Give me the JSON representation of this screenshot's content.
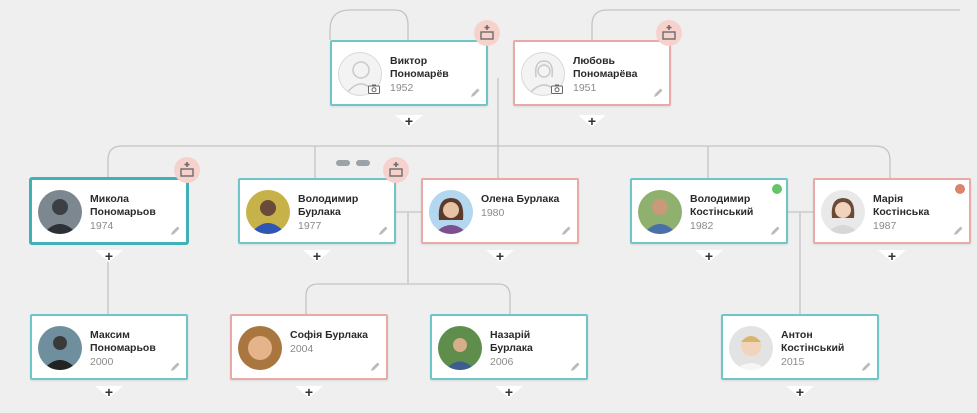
{
  "people": {
    "viktor": {
      "name": "Виктор Пономарёв",
      "year": "1952"
    },
    "lyubov": {
      "name": "Любовь Пономарёва",
      "year": "1951"
    },
    "mykola": {
      "name": "Микола Пономарьов",
      "year": "1974"
    },
    "volodymyr_b": {
      "name": "Володимир Бурлака",
      "year": "1977"
    },
    "olena": {
      "name": "Олена Бурлака",
      "year": "1980"
    },
    "volodymyr_k": {
      "name": "Володимир Костінський",
      "year": "1982"
    },
    "mariya": {
      "name": "Марія Костінська",
      "year": "1987"
    },
    "maksym": {
      "name": "Максим Пономарьов",
      "year": "2000"
    },
    "sofiya": {
      "name": "Софія Бурлака",
      "year": "2004"
    },
    "nazariy": {
      "name": "Назарій Бурлака",
      "year": "2006"
    },
    "anton": {
      "name": "Антон Костінський",
      "year": "2015"
    }
  },
  "add_symbol": "+",
  "colors": {
    "male_border": "#6fc6c9",
    "female_border": "#e7aaa6",
    "status_green": "#63c46a",
    "status_orange": "#d9846b",
    "partner_bubble": "#f7d2cd"
  },
  "icons": {
    "edit": "pencil-icon",
    "add_photo": "camera-icon",
    "add_partner": "partner-icon"
  }
}
